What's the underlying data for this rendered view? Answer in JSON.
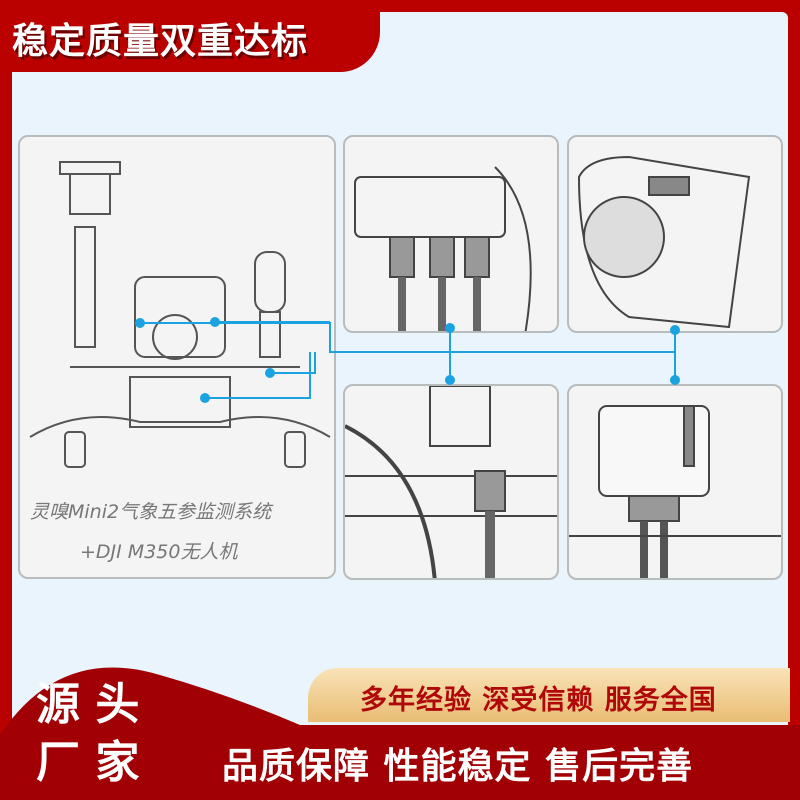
{
  "header": {
    "title": "稳定质量双重达标"
  },
  "main_panel": {
    "caption_line1": "灵嗅Mini2气象五参监测系统",
    "caption_line2": "+DJI M350无人机"
  },
  "banner": {
    "left_title_1": "源 头",
    "left_title_2": "厂 家",
    "tagline": "多年经验  深受信赖  服务全国",
    "slogan": "品质保障 性能稳定 售后完善"
  },
  "colors": {
    "frame": "#bb0000",
    "background": "#eaf4fd",
    "connector": "#1aa3e0",
    "gold": "#e9bd73"
  }
}
